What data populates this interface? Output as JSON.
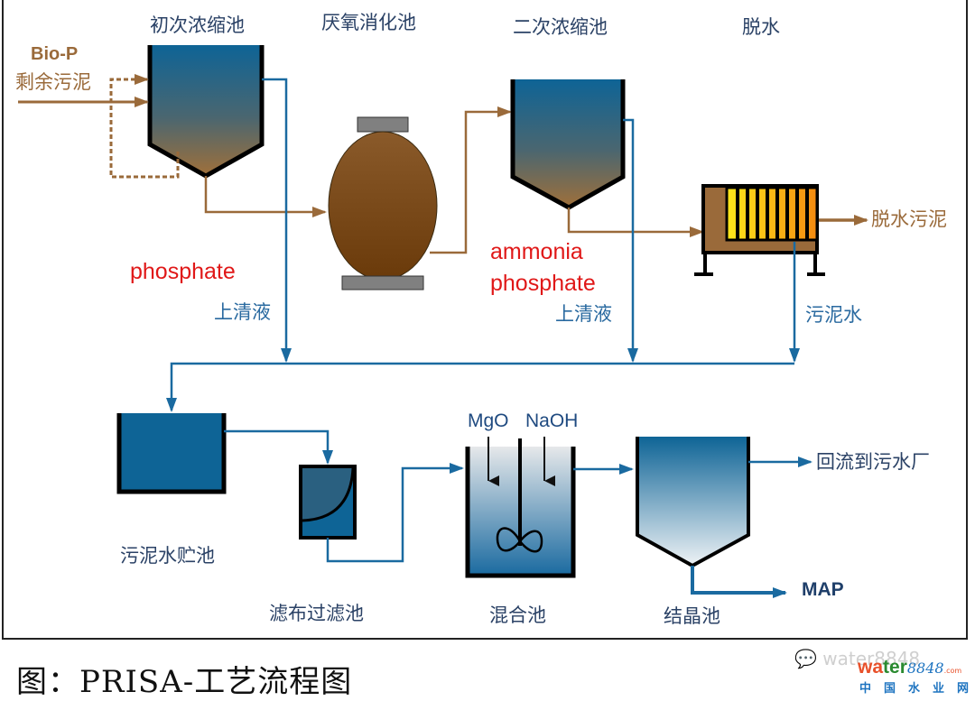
{
  "stages": {
    "primary_thickener": "初次浓缩池",
    "anaerobic_digester": "厌氧消化池",
    "secondary_thickener": "二次浓缩池",
    "dewatering": "脱水",
    "sludge_water_tank": "污泥水贮池",
    "cloth_filter": "滤布过滤池",
    "mixing_tank": "混合池",
    "crystallizer": "结晶池"
  },
  "inputs": {
    "bio_p": "Bio-P",
    "excess_sludge": "剩余污泥",
    "mgo": "MgO",
    "naoh": "NaOH"
  },
  "streams": {
    "supernatant_1": "上清液",
    "supernatant_2": "上清液",
    "sludge_water": "污泥水",
    "dewatered_sludge": "脱水污泥",
    "return_to_wwtp": "回流到污水厂",
    "map_product": "MAP"
  },
  "annotations": {
    "phosphate": "phosphate",
    "ammonia": "ammonia",
    "phosphate_2": "phosphate"
  },
  "caption": "图：PRISA-工艺流程图",
  "watermark": {
    "wechat": "water8848",
    "logo_word": "wa",
    "logo_word2": "ter",
    "logo_num": "8848",
    "logo_com": ".com",
    "logo_cn": "中国水业网"
  },
  "colors": {
    "water_blue": "#1a6aa0",
    "sludge_brown": "#a0703c",
    "digester_brown": "#7a4a1a",
    "annotation_red": "#e01818"
  }
}
